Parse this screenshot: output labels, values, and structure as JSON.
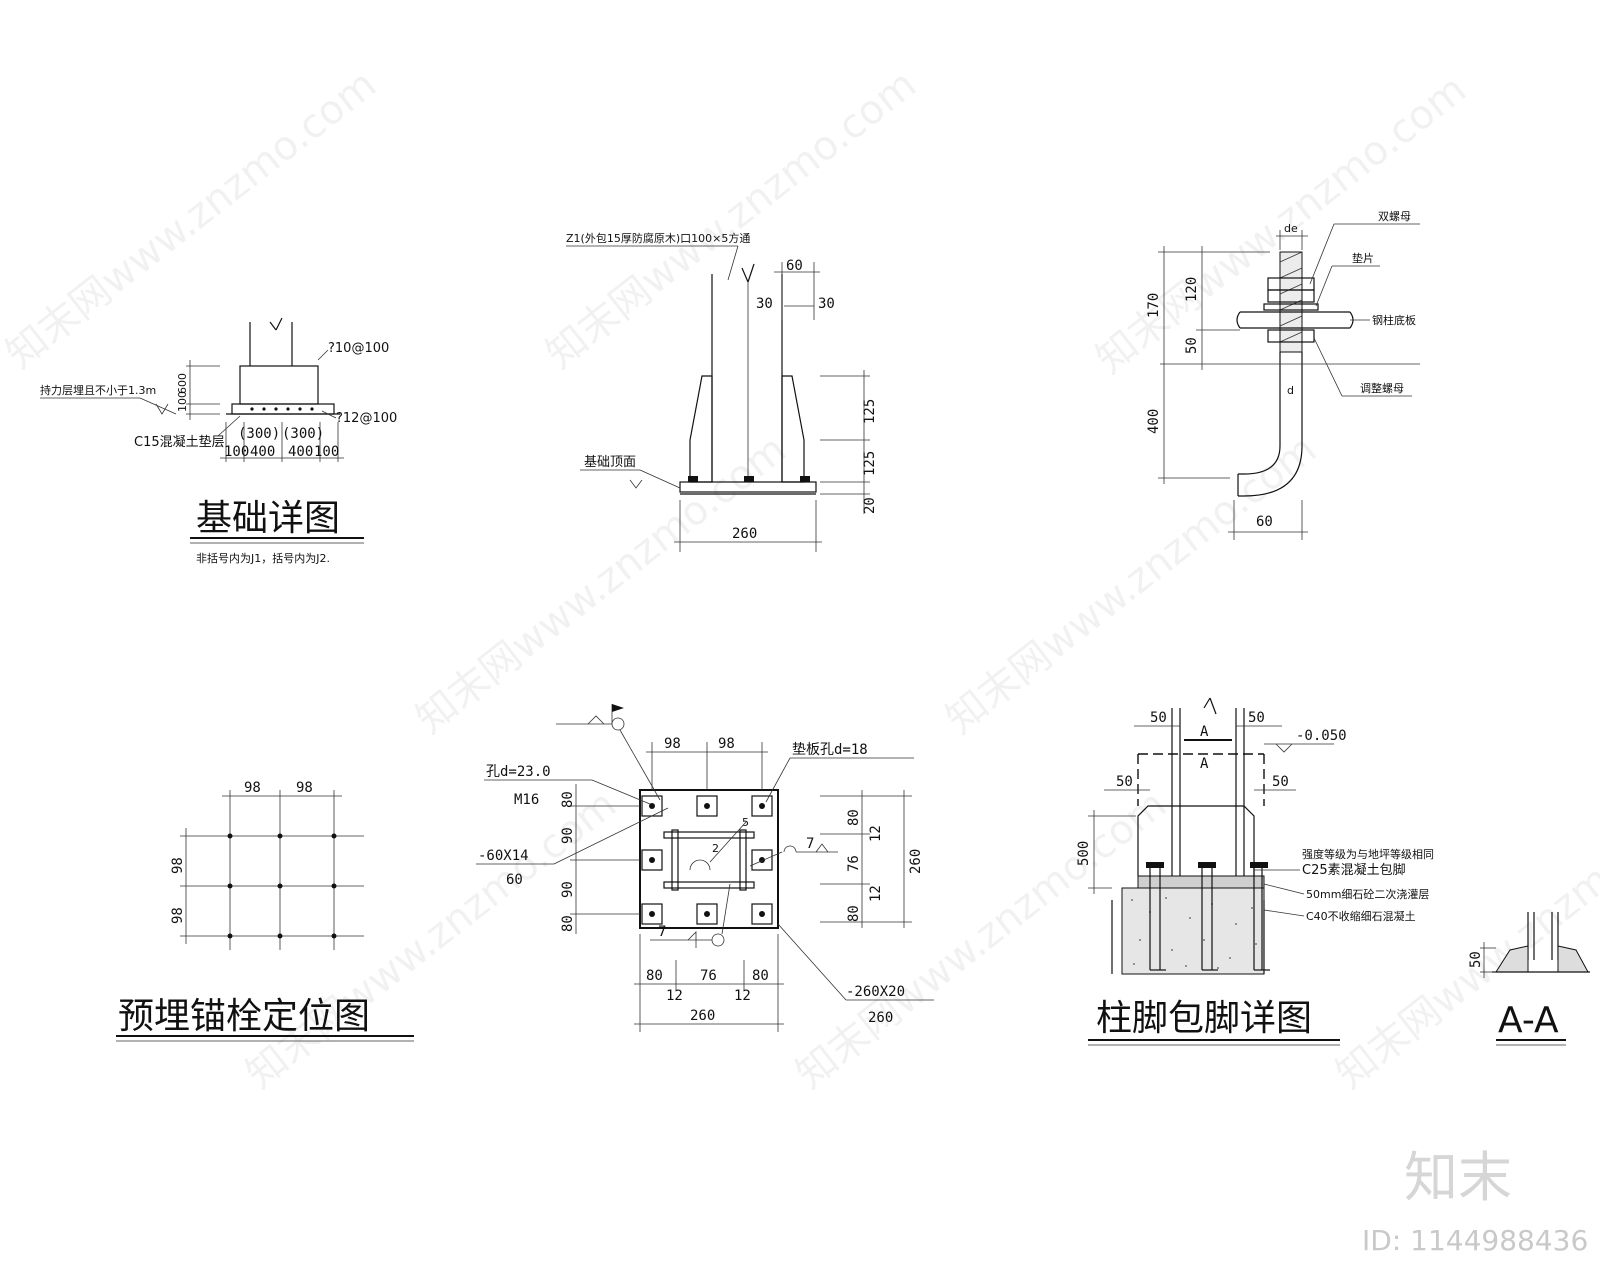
{
  "foundation_detail": {
    "title": "基础详图",
    "note": "非括号内为J1，括号内为J2.",
    "rebar_top": "?10@100",
    "rebar_bottom": "?12@100",
    "bearing_note": "持力层埋且不小于1.3m",
    "cushion": "C15混凝土垫层",
    "dims": {
      "d100a": "100",
      "d600": "600",
      "w300a": "(300)",
      "w300b": "(300)",
      "w100a": "100",
      "w400a": "400",
      "w400b": "400",
      "w100b": "100"
    }
  },
  "column_base_elevation": {
    "column_note": "Z1(外包15厚防腐原木)口100×5方通",
    "top_label": "基础顶面",
    "dims": {
      "d60": "60",
      "d30a": "30",
      "d30b": "30",
      "d125a": "125",
      "d125b": "125",
      "d20": "20",
      "d260": "260"
    }
  },
  "anchor_bolt_detail": {
    "labels": {
      "double_nut": "双螺母",
      "washer": "垫片",
      "base_plate": "钢柱底板",
      "adjust_nut": "调整螺母",
      "de": "de",
      "d": "d"
    },
    "dims": {
      "d170": "170",
      "d120": "120",
      "d50": "50",
      "d400": "400",
      "d60": "60"
    }
  },
  "anchor_layout": {
    "title": "预埋锚栓定位图",
    "dims": {
      "h98a": "98",
      "h98b": "98",
      "v98a": "98",
      "v98b": "98"
    }
  },
  "base_plate_plan": {
    "hole_label": "孔d=23.0",
    "bolt_label": "M16",
    "washer_hole": "垫板孔d=18",
    "stiffener": "-60X14",
    "stiffener_w": "60",
    "plate": "-260X20",
    "plate_w": "260",
    "weld_5": "5",
    "weld_2": "2",
    "weld_7a": "7",
    "weld_7b": "7",
    "dims": {
      "t98a": "98",
      "t98b": "98",
      "l80": "80",
      "l90a": "90",
      "l90b": "90",
      "l80b": "80",
      "r80a": "80",
      "r12a": "12",
      "r76": "76",
      "r12b": "12",
      "r80b": "80",
      "r260": "260",
      "b80a": "80",
      "b76": "76",
      "b80b": "80",
      "b12a": "12",
      "b12b": "12",
      "b260": "260"
    }
  },
  "column_encasement": {
    "title": "柱脚包脚详图",
    "elev": "-0.050",
    "section_mark": "A",
    "dims": {
      "w50a": "50",
      "w50b": "50",
      "w50c": "50",
      "w50d": "50",
      "h500": "500"
    },
    "notes": [
      "强度等级为与地坪等级相同",
      "C25素混凝土包脚",
      "50mm细石砼二次浇灌层",
      "C40不收缩细石混凝土"
    ]
  },
  "section_aa": {
    "title": "A-A",
    "dim": "50"
  },
  "watermark": {
    "logo": "知末",
    "id": "ID: 1144988436"
  }
}
